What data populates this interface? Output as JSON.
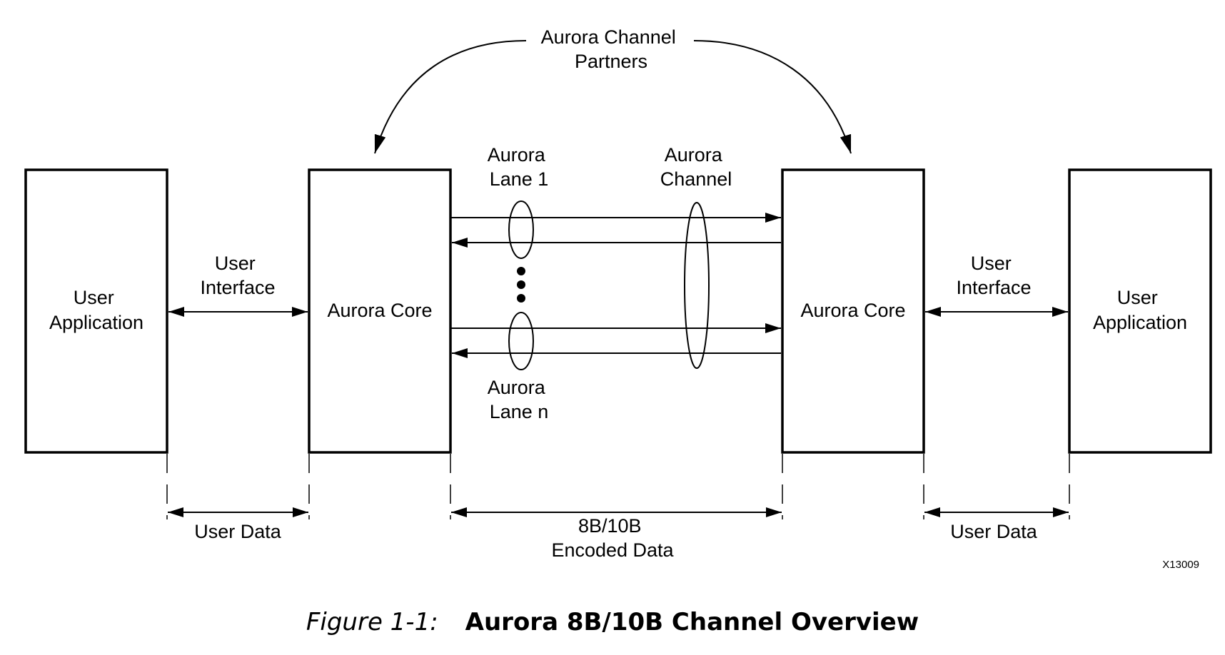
{
  "diagram": {
    "partners_label": [
      "Aurora Channel",
      "Partners"
    ],
    "blocks": [
      {
        "id": "user-app-left",
        "label": [
          "User",
          "Application"
        ]
      },
      {
        "id": "aurora-core-left",
        "label": [
          "Aurora Core"
        ]
      },
      {
        "id": "aurora-core-right",
        "label": [
          "Aurora Core"
        ]
      },
      {
        "id": "user-app-right",
        "label": [
          "User",
          "Application"
        ]
      }
    ],
    "interfaces": {
      "left": [
        "User",
        "Interface"
      ],
      "right": [
        "User",
        "Interface"
      ]
    },
    "lanes": {
      "first": [
        "Aurora",
        "Lane 1"
      ],
      "last": [
        "Aurora",
        "Lane n"
      ]
    },
    "channel_label": [
      "Aurora",
      "Channel"
    ],
    "dimensions": {
      "left": "User Data",
      "center": [
        "8B/10B",
        "Encoded Data"
      ],
      "right": "User Data"
    },
    "figure_id": "X13009",
    "colors": {
      "stroke": "#000000",
      "background": "#ffffff"
    }
  },
  "caption": {
    "number": "Figure 1-1:",
    "title": "Aurora 8B/10B Channel Overview"
  }
}
